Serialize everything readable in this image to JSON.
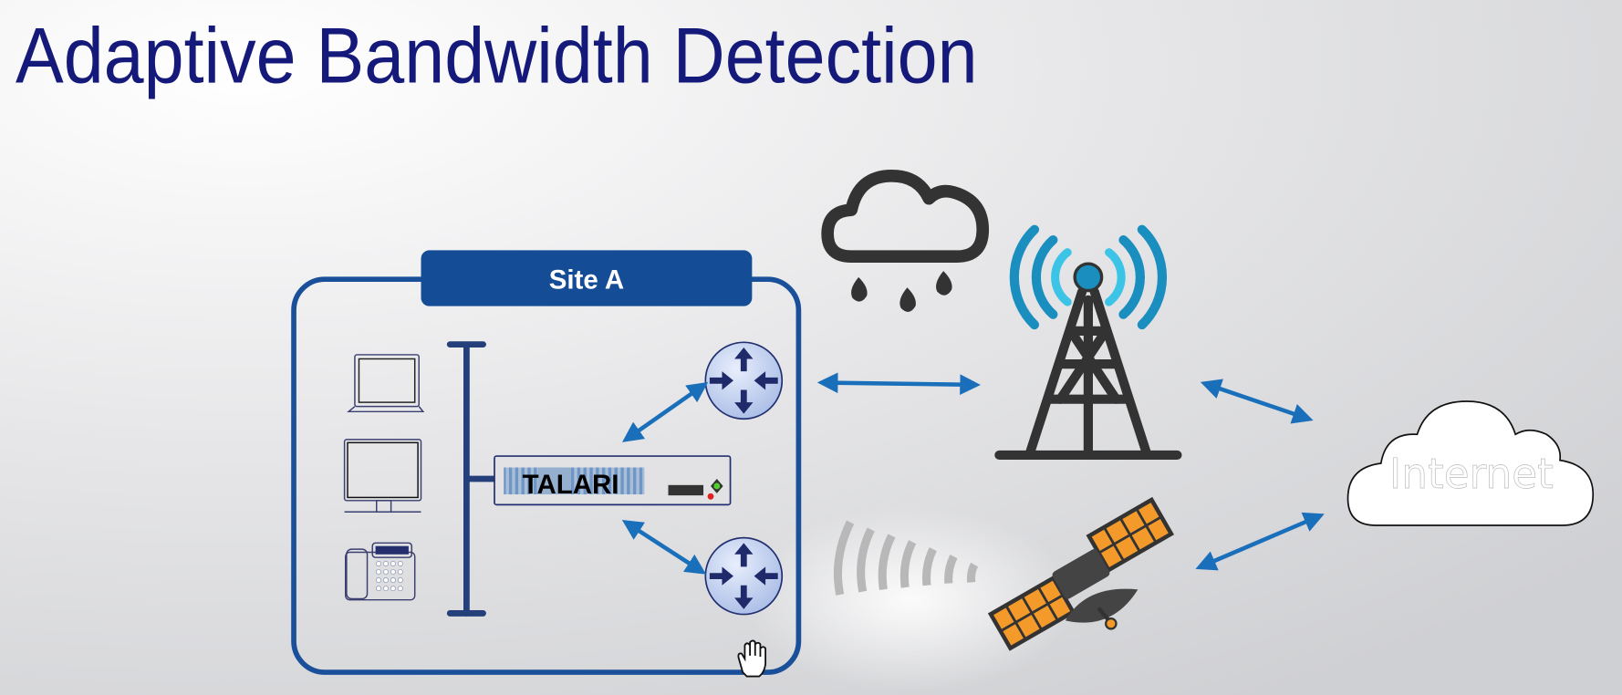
{
  "title": "Adaptive Bandwidth Detection",
  "site": {
    "label": "Site A"
  },
  "appliance": {
    "label": "TALARI"
  },
  "internet": {
    "label": "Internet"
  },
  "colors": {
    "title": "#14197a",
    "site_frame": "#1a4f9a",
    "site_tab": "#144d96",
    "arrow": "#1a6fba",
    "icon_dark": "#333333",
    "antenna": "#1a8fbf"
  }
}
